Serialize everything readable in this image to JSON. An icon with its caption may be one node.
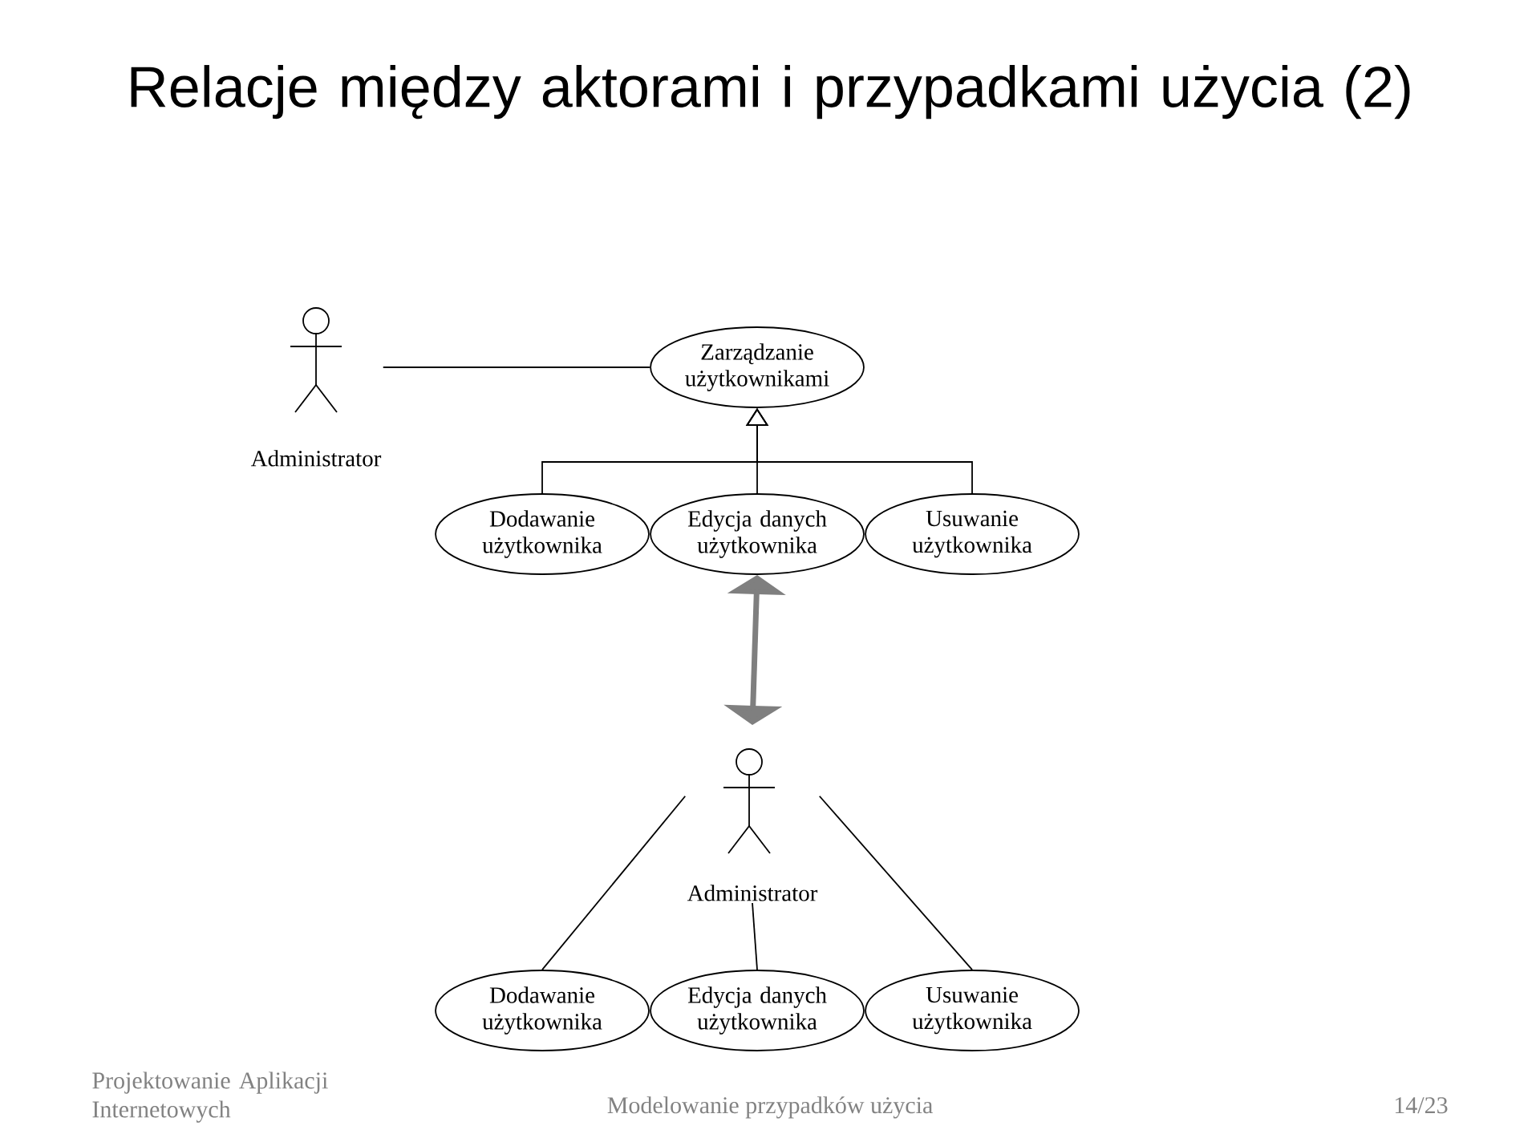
{
  "diagram": {
    "title": "Relacje między aktorami i przypadkami użycia (2)",
    "nodes": [
      {
        "text": [
          "Administrator"
        ]
      },
      {
        "text": [
          "Zarządzanie użytkownikami"
        ]
      },
      {
        "text": [
          "Dodawanie użytkownika"
        ]
      },
      {
        "text": [
          "Edycja danych użytkownika"
        ]
      },
      {
        "text": [
          "Usuwanie użytkownika"
        ]
      },
      {
        "text": [
          "Administrator"
        ]
      },
      {
        "text": [
          "Dodawanie użytkownika"
        ]
      },
      {
        "text": [
          "Edycja danych użytkownika"
        ]
      },
      {
        "text": [
          "Usuwanie użytkownika"
        ]
      }
    ],
    "edges": [
      {
        "from": 0,
        "to": 1,
        "arrow": "none"
      },
      {
        "from": 2,
        "to": 1,
        "arrow": "to"
      },
      {
        "from": 3,
        "to": 1,
        "arrow": "to"
      },
      {
        "from": 4,
        "to": 1,
        "arrow": "to"
      },
      {
        "from": 3,
        "to": 5,
        "arrow": "both",
        "style": "thick",
        "color": "#7f7f7f"
      },
      {
        "from": 5,
        "to": 6,
        "arrow": "none"
      },
      {
        "from": 5,
        "to": 7,
        "arrow": "none"
      },
      {
        "from": 5,
        "to": 8,
        "arrow": "none"
      }
    ],
    "labels": [
      "Projektowanie Aplikacji Internetowych",
      "Modelowanie przypadków użycia",
      "14/23"
    ]
  }
}
